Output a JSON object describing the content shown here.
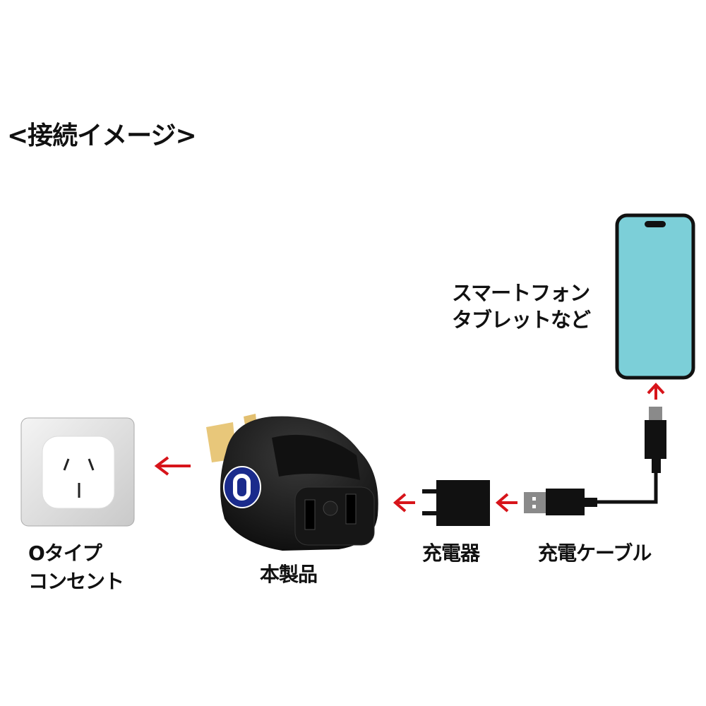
{
  "title": "<接続イメージ>",
  "labels": {
    "outlet_line1": "Oタイプ",
    "outlet_line2": "コンセント",
    "product": "本製品",
    "charger": "充電器",
    "cable": "充電ケーブル",
    "device_line1": "スマートフォン",
    "device_line2": "タブレットなど"
  },
  "colors": {
    "arrow": "#d7141a",
    "phone_screen": "#7ccfd8",
    "badge": "#1a2b8c"
  },
  "badge_letter": "O"
}
